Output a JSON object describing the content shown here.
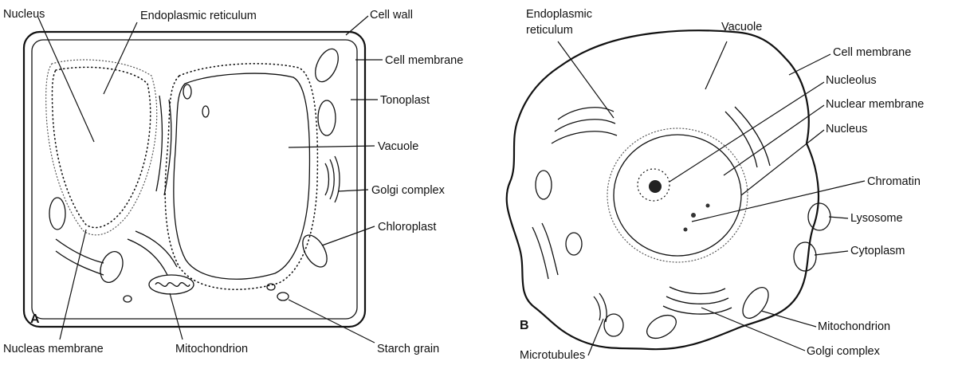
{
  "figure": {
    "panel_a": {
      "letter": "A",
      "labels": {
        "nucleus": "Nucleus",
        "endoplasmic_reticulum": "Endoplasmic reticulum",
        "cell_wall": "Cell wall",
        "cell_membrane": "Cell membrane",
        "tonoplast": "Tonoplast",
        "vacuole": "Vacuole",
        "golgi_complex": "Golgi complex",
        "chloroplast": "Chloroplast",
        "nuclear_membrane": "Nucleas membrane",
        "mitochondrion": "Mitochondrion",
        "starch_grain": "Starch grain"
      }
    },
    "panel_b": {
      "letter": "B",
      "labels": {
        "endoplasmic_reticulum_line1": "Endoplasmic",
        "endoplasmic_reticulum_line2": "reticulum",
        "vacuole": "Vacuole",
        "cell_membrane": "Cell membrane",
        "nucleolus": "Nucleolus",
        "nuclear_membrane": "Nuclear membrane",
        "nucleus": "Nucleus",
        "chromatin": "Chromatin",
        "lysosome": "Lysosome",
        "cytoplasm": "Cytoplasm",
        "mitochondrion": "Mitochondrion",
        "golgi_complex": "Golgi complex",
        "microtubules": "Microtubules"
      }
    }
  }
}
